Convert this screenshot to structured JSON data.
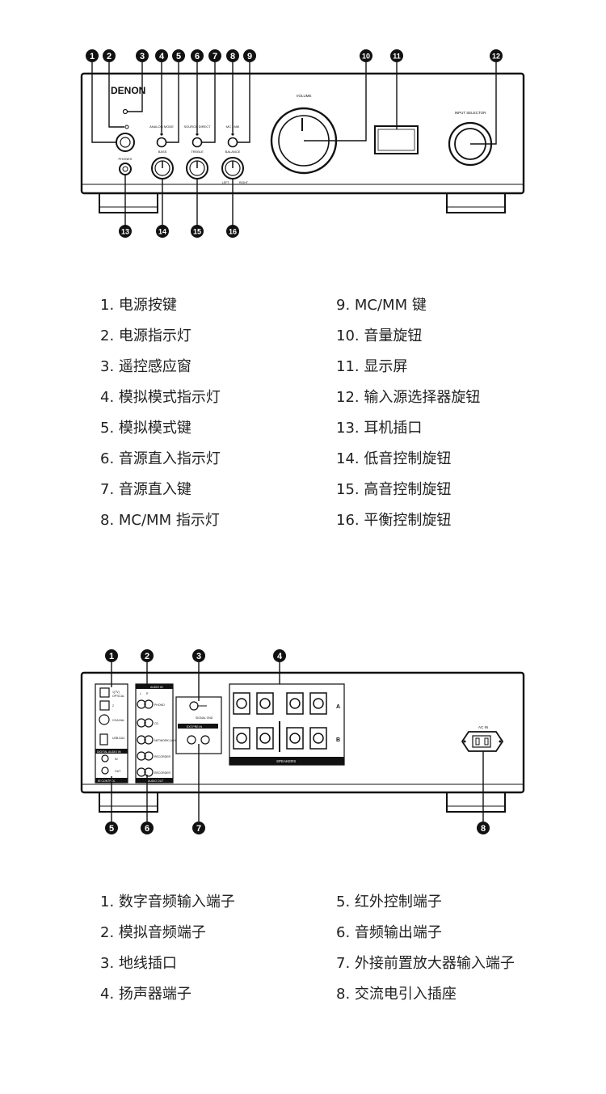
{
  "front": {
    "brand": "DENON",
    "labels": {
      "volume": "VOLUME",
      "input_selector": "INPUT SELECTOR",
      "analog_mode": "ANALOG MODE",
      "source_direct": "SOURCE DIRECT",
      "mc_mm": "MC / MM",
      "phones": "PHONES",
      "bass": "BASS",
      "treble": "TREBLE",
      "balance": "BALANCE",
      "left": "LEFT",
      "right": "RIGHT"
    },
    "callouts": [
      "1",
      "2",
      "3",
      "4",
      "5",
      "6",
      "7",
      "8",
      "9",
      "10",
      "11",
      "12",
      "13",
      "14",
      "15",
      "16"
    ],
    "legend_left": [
      "1. 电源按键",
      "2. 电源指示灯",
      "3. 遥控感应窗",
      "4. 模拟模式指示灯",
      "5. 模拟模式键",
      "6. 音源直入指示灯",
      "7. 音源直入键",
      "8. MC/MM 指示灯"
    ],
    "legend_right": [
      "9. MC/MM 键",
      "10. 音量旋钮",
      "11. 显示屏",
      "12. 输入源选择器旋钮",
      "13. 耳机插口",
      "14. 低音控制旋钮",
      "15. 高音控制旋钮",
      "16. 平衡控制旋钮"
    ]
  },
  "rear": {
    "labels": {
      "audio_in": "AUDIO IN",
      "audio_out": "AUDIO OUT",
      "digital_audio_in": "DIGITAL AUDIO IN",
      "ir_control": "IR CONTROL",
      "signal_gnd": "SIGNAL GND",
      "ext_pre_in": "EXT.PRE IN",
      "speakers": "SPEAKERS",
      "ac_in": "AC IN",
      "speaker_a": "A",
      "speaker_b": "B",
      "optical_1": "1(TV)",
      "optical": "OPTICAL",
      "optical_2": "2",
      "coaxial": "COAXIAL",
      "usb_dac": "USB-DAC",
      "phono": "PHONO",
      "cd": "CD",
      "network": "NETWORK/ AUX",
      "recorder_in": "RECORDER",
      "recorder_out": "RECORDER",
      "ir_in": "IN",
      "ir_out": "OUT",
      "l": "L",
      "r": "R"
    },
    "callouts": [
      "1",
      "2",
      "3",
      "4",
      "5",
      "6",
      "7",
      "8"
    ],
    "legend_left": [
      "1. 数字音频输入端子",
      "2. 模拟音频端子",
      "3. 地线插口",
      "4. 扬声器端子"
    ],
    "legend_right": [
      "5. 红外控制端子",
      "6. 音频输出端子",
      "7. 外接前置放大器输入端子",
      "8. 交流电引入插座"
    ]
  }
}
